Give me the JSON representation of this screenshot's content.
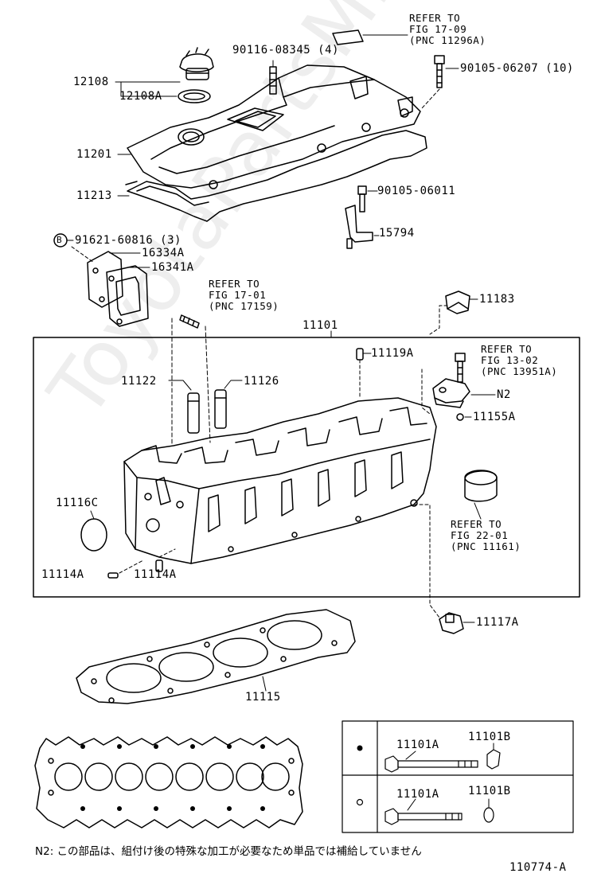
{
  "watermark": "ToyotaPartsMine.ru",
  "labels": {
    "refer1": "REFER TO\nFIG 17-09\n(PNC 11296A)",
    "p90116": "90116-08345 (4)",
    "p90105a": "90105-06207 (10)",
    "p12108": "12108",
    "p12108a": "12108A",
    "p11201": "11201",
    "p11213": "11213",
    "p90105b": "90105-06011",
    "p15794": "15794",
    "b_marker": "B",
    "p91621": "91621-60816 (3)",
    "p16334a": "16334A",
    "p16341a": "16341A",
    "refer2": "REFER TO\nFIG 17-01\n(PNC 17159)",
    "p11183": "11183",
    "p11101": "11101",
    "p11119a": "11119A",
    "refer3": "REFER TO\nFIG 13-02\n(PNC 13951A)",
    "p11122": "11122",
    "p11126": "11126",
    "pn2": "N2",
    "p11155a": "11155A",
    "p11116c": "11116C",
    "refer4": "REFER TO\nFIG 22-01\n(PNC 11161)",
    "p11114a1": "11114A",
    "p11114a2": "11114A",
    "p11117a": "11117A",
    "p11115": "11115",
    "t_11101a_1": "11101A",
    "t_11101b_1": "11101B",
    "t_11101a_2": "11101A",
    "t_11101b_2": "11101B"
  },
  "footnote": "N2: この部品は、組付け後の特殊な加工が必要なため単品では補給していません",
  "figure_id": "110774-A"
}
